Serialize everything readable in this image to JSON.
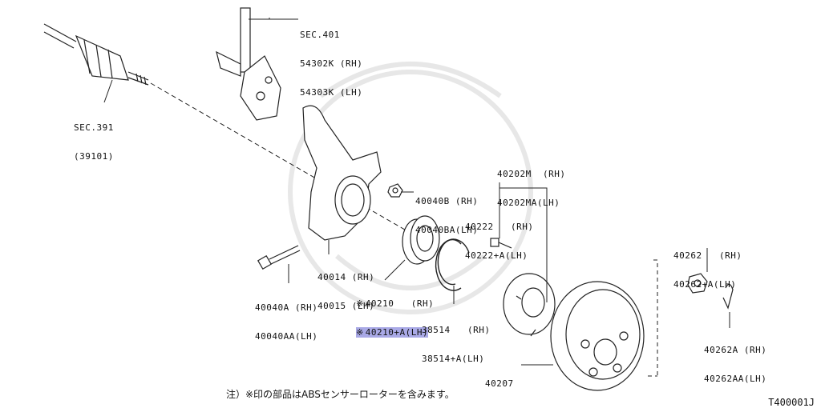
{
  "labels": {
    "sec401": {
      "line1": "SEC.401",
      "line2": "54302K (RH)",
      "line3": "54303K (LH)"
    },
    "sec391": {
      "line1": "SEC.391",
      "line2": "(39101)"
    },
    "p40040b": {
      "line1": "40040B (RH)",
      "line2": "40040BA(LH)"
    },
    "p40202m": {
      "line1": "40202M  (RH)",
      "line2": "40202MA(LH)"
    },
    "p40222": {
      "line1": "40222   (RH)",
      "line2": "40222+A(LH)"
    },
    "p40014": {
      "line1": "40014 (RH)",
      "line2": "40015 (LH)"
    },
    "p40262": {
      "line1": "40262   (RH)",
      "line2": "40262+A(LH)"
    },
    "p40040a": {
      "line1": "40040A (RH)",
      "line2": "40040AA(LH)"
    },
    "p40210": {
      "mark": "※",
      "line1": "40210   (RH)",
      "line2": "40210+A(LH)"
    },
    "p38514": {
      "line1": "38514   (RH)",
      "line2": "38514+A(LH)"
    },
    "p40262a": {
      "line1": "40262A (RH)",
      "line2": "40262AA(LH)"
    },
    "p40207": {
      "line1": "40207"
    }
  },
  "note": "注）※印の部品はABSセンサーローターを含みます。",
  "diagram_code": "T400001J",
  "colors": {
    "highlight": "#a9a9e6",
    "line": "#222222"
  }
}
